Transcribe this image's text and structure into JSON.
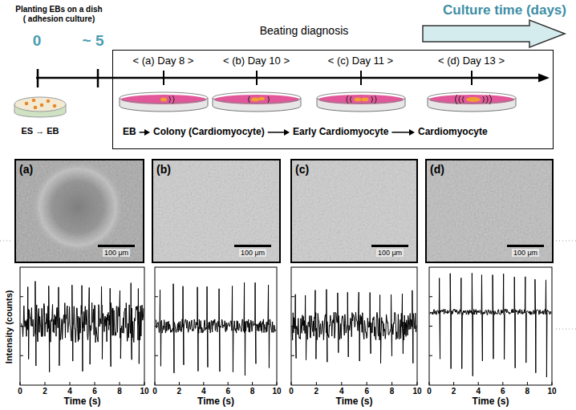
{
  "diagram": {
    "nodes": [
      {
        "text": [
          "< (a) Day 8 >",
          "< (b) Day 10 >",
          "< (c) Day 11 >",
          "< (d) Day 13 >",
          "EB",
          "Colony (Cardiomyocyte)",
          "Early Cardiomyocyte",
          "Cardiomyocyte"
        ]
      },
      {
        "text": [
          "(a)",
          "100 μm"
        ]
      },
      {
        "text": [
          "(b)",
          "100 μm"
        ]
      },
      {
        "text": [
          "(c)",
          "100 μm"
        ]
      },
      {
        "text": [
          "(d)",
          "100 μm"
        ]
      }
    ],
    "labels": [
      "Planting EBs on a dish ( adhesion culture)",
      "0",
      "~ 5",
      "Beating diagnosis",
      "Culture time (days)",
      "ES → EB",
      "Intensity (counts)",
      "0",
      "2",
      "4",
      "6",
      "8",
      "10",
      "Time (s)",
      "0",
      "2",
      "4",
      "6",
      "8",
      "10",
      "Time (s)",
      "0",
      "2",
      "4",
      "6",
      "8",
      "10",
      "Time (s)",
      "0",
      "2",
      "4",
      "6",
      "8",
      "10",
      "Time (s)"
    ]
  }
}
